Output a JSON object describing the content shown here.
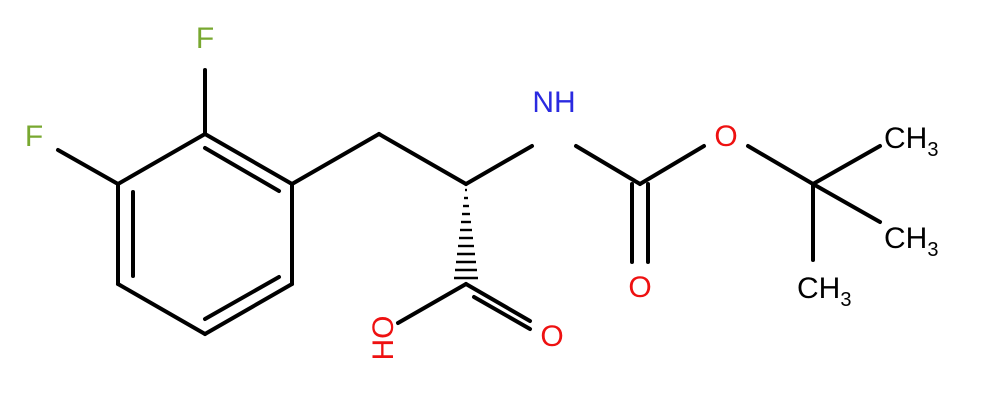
{
  "colors": {
    "bond": "#000000",
    "fluorine": "#78a830",
    "nitrogen": "#2a2ae0",
    "oxygen": "#ee1111",
    "carbon": "#000000"
  },
  "atoms": {
    "f_top": "F",
    "f_left": "F",
    "nh": "NH",
    "o_ester": "O",
    "o_carbonyl": "O",
    "o_acid": "O",
    "oh": "HO",
    "me1": "CH",
    "me1_sub": "3",
    "me2": "CH",
    "me2_sub": "3",
    "me3": "CH",
    "me3_sub": "3"
  }
}
